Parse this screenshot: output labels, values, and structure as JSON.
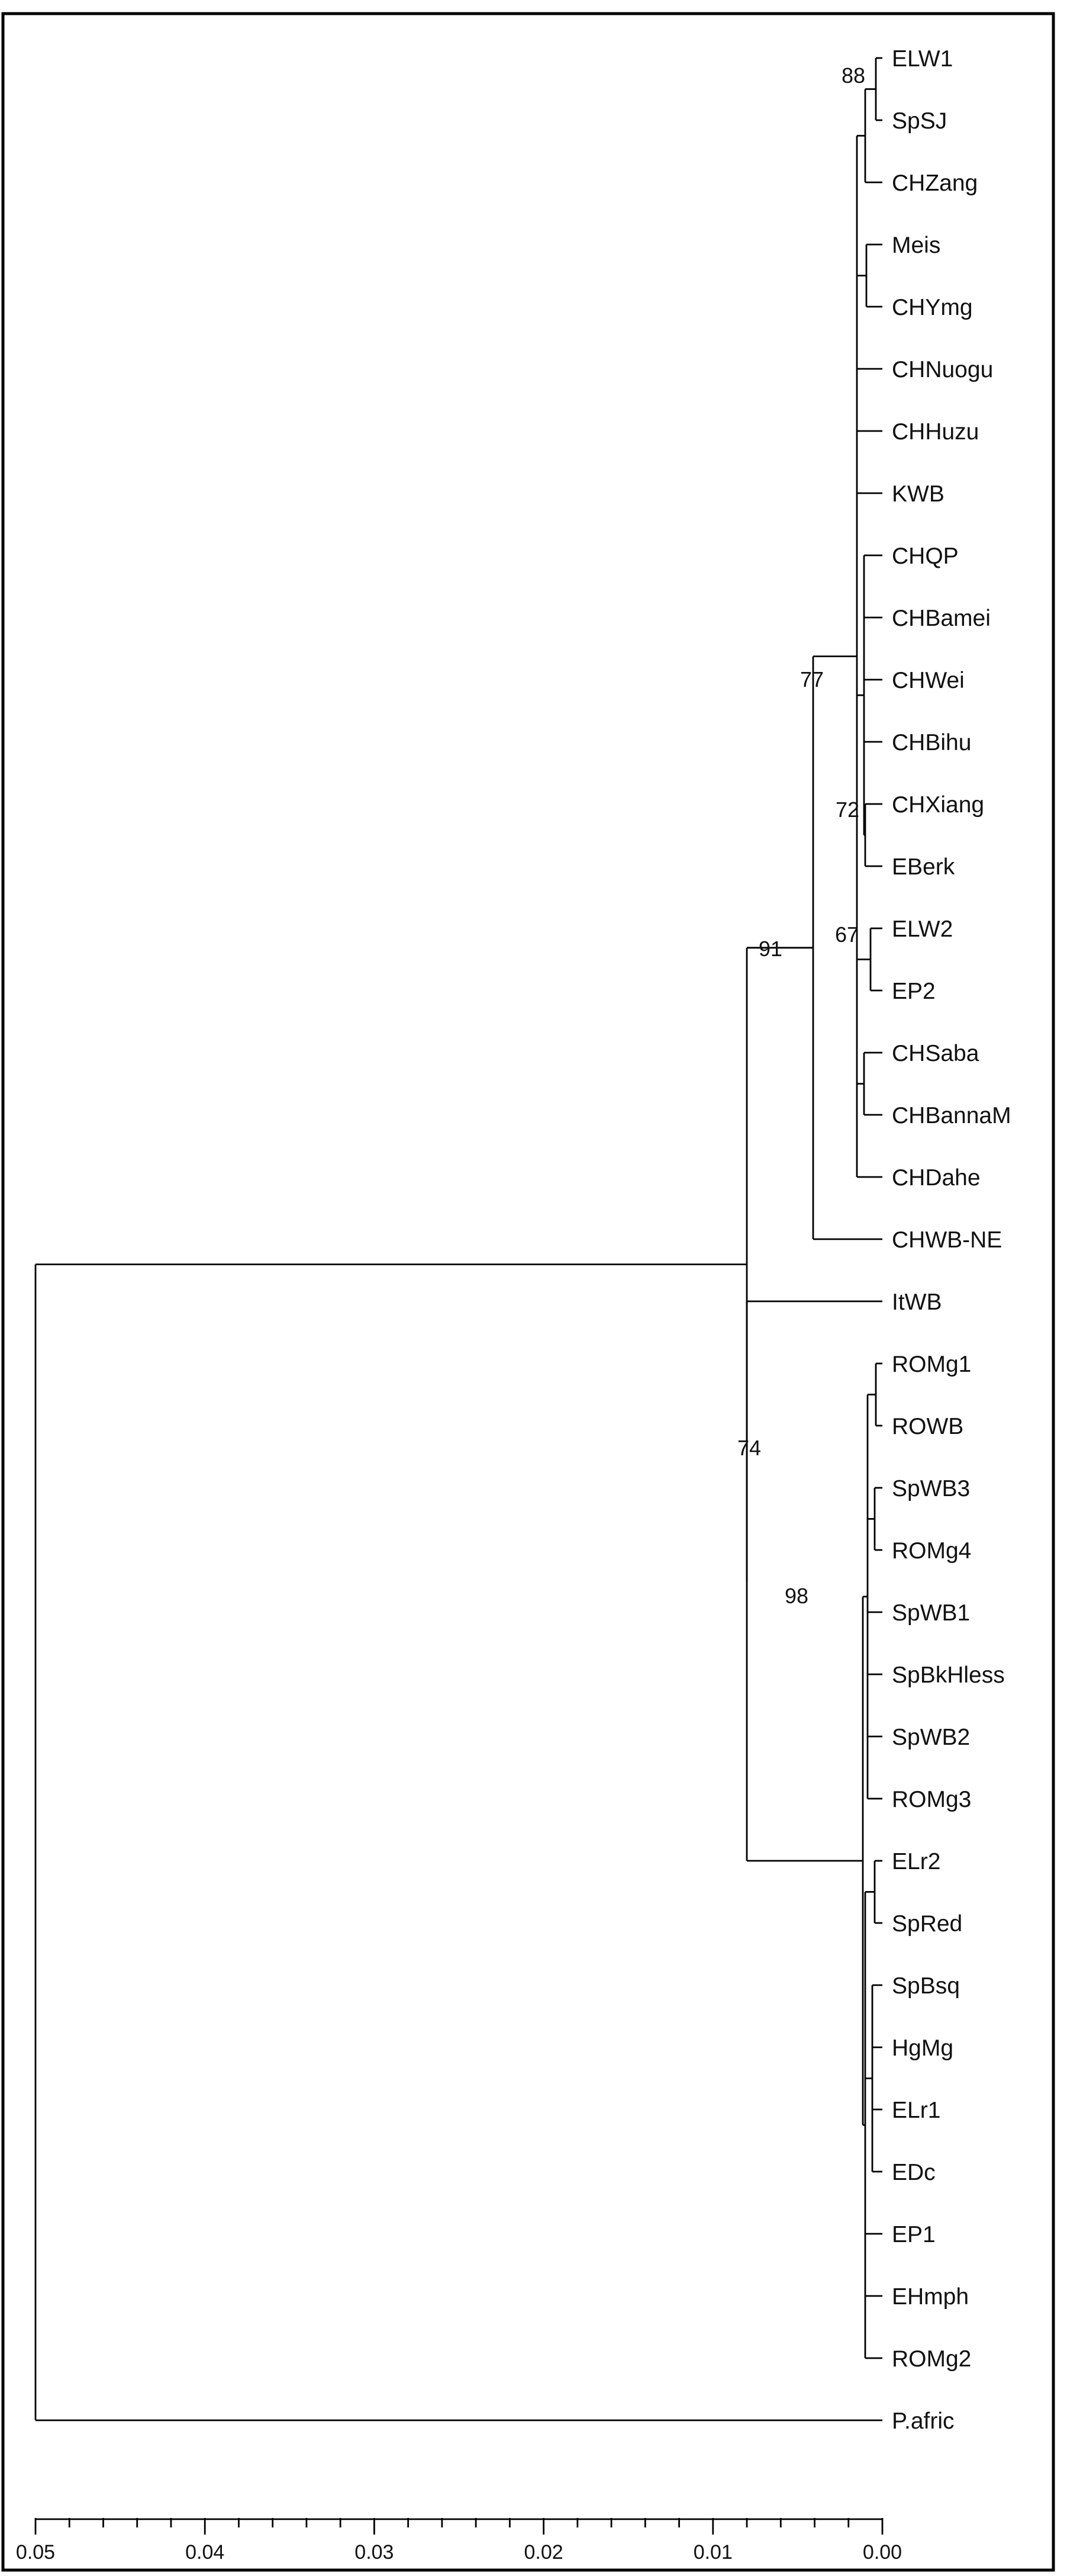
{
  "tree": {
    "taxa": [
      "ELW1",
      "SpSJ",
      "CHZang",
      "Meis",
      "CHYmg",
      "CHNuogu",
      "CHHuzu",
      "KWB",
      "CHQP",
      "CHBamei",
      "CHWei",
      "CHBihu",
      "CHXiang",
      "EBerk",
      "ELW2",
      "EP2",
      "CHSaba",
      "CHBannaM",
      "CHDahe",
      "CHWB-NE",
      "ItWB",
      "ROMg1",
      "ROWB",
      "SpWB3",
      "ROMg4",
      "SpWB1",
      "SpBkHless",
      "SpWB2",
      "ROMg3",
      "ELr2",
      "SpRed",
      "SpBsq",
      "HgMg",
      "ELr1",
      "EDc",
      "EP1",
      "EHmph",
      "ROMg2",
      "P.afric"
    ],
    "bootstrap": [
      "88",
      "77",
      "72",
      "67",
      "91",
      "74",
      "98"
    ],
    "axis": {
      "ticks": [
        "0.05",
        "0.04",
        "0.03",
        "0.02",
        "0.01",
        "0.00"
      ]
    }
  }
}
